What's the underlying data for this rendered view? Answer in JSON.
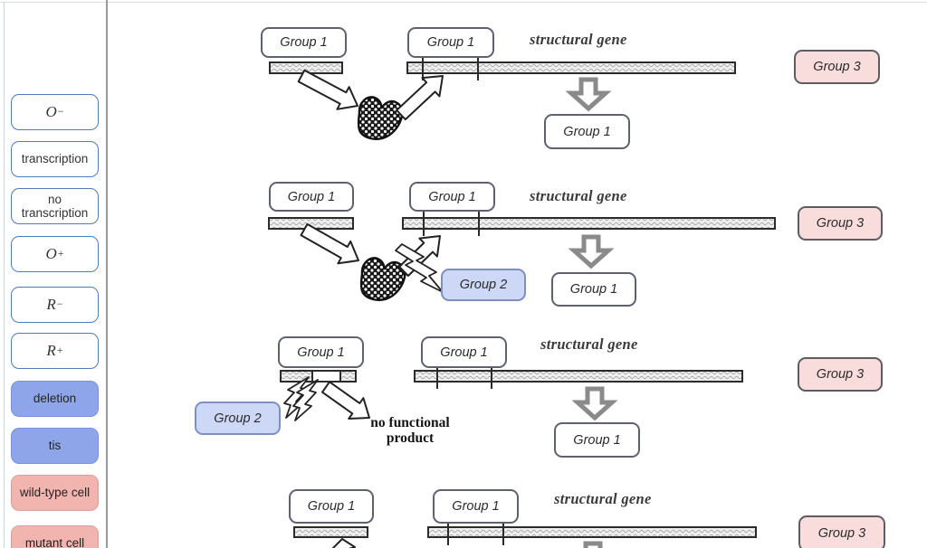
{
  "sidebar": {
    "items": [
      {
        "base": "O",
        "sup": "−"
      },
      {
        "base": "transcription",
        "sup": ""
      },
      {
        "base": "no transcription",
        "sup": ""
      },
      {
        "base": "O",
        "sup": "+"
      },
      {
        "base": "R",
        "sup": "−"
      },
      {
        "base": "R",
        "sup": "+"
      },
      {
        "base": "deletion",
        "sup": ""
      },
      {
        "base": "tis",
        "sup": ""
      },
      {
        "base": "wild-type cell",
        "sup": ""
      },
      {
        "base": "mutant cell",
        "sup": ""
      }
    ]
  },
  "labels": {
    "group1": "Group 1",
    "group2": "Group 2",
    "group3": "Group 3",
    "structural_gene": "structural gene",
    "no_functional_line1": "no functional",
    "no_functional_line2": "product"
  },
  "colors": {
    "option_blue_fill": "#8ea6e9",
    "option_pink_fill": "#f2b4af",
    "option_white_border": "#4f7cc0",
    "group2_fill": "#ccd8f6",
    "group3_fill": "#f9dcdc",
    "group_box_border": "#5f6170",
    "divider": "#9a9a9a",
    "transcription_arrow": "#8a8a8a"
  }
}
